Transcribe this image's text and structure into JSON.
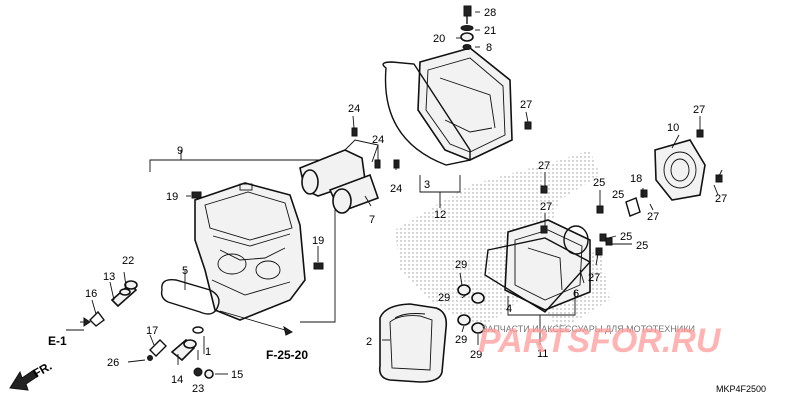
{
  "diagram": {
    "code": "MKP4F2500",
    "refs": {
      "e1": "E-1",
      "f25": "F-25-20",
      "front": "FR."
    },
    "watermark": {
      "line": "ЗАПЧАСТИ И АКСЕССУАРЫ ДЛЯ МОТОТЕХНИКИ",
      "logo": "PARTSFOR.RU"
    },
    "callouts": {
      "c1": "1",
      "c2": "2",
      "c3": "3",
      "c4": "4",
      "c5": "5",
      "c6": "6",
      "c7": "7",
      "c8": "8",
      "c9": "9",
      "c10": "10",
      "c11": "11",
      "c12": "12",
      "c13": "13",
      "c14": "14",
      "c15": "15",
      "c16": "16",
      "c17": "17",
      "c18": "18",
      "c19a": "19",
      "c19b": "19",
      "c20": "20",
      "c21": "21",
      "c22": "22",
      "c23": "23",
      "c24a": "24",
      "c24b": "24",
      "c24c": "24",
      "c25a": "25",
      "c25b": "25",
      "c25c": "25",
      "c25d": "25",
      "c26": "26",
      "c27a": "27",
      "c27b": "27",
      "c27c": "27",
      "c27d": "27",
      "c27e": "27",
      "c27f": "27",
      "c28": "28",
      "c29a": "29",
      "c29b": "29",
      "c29c": "29",
      "c29d": "29"
    }
  }
}
